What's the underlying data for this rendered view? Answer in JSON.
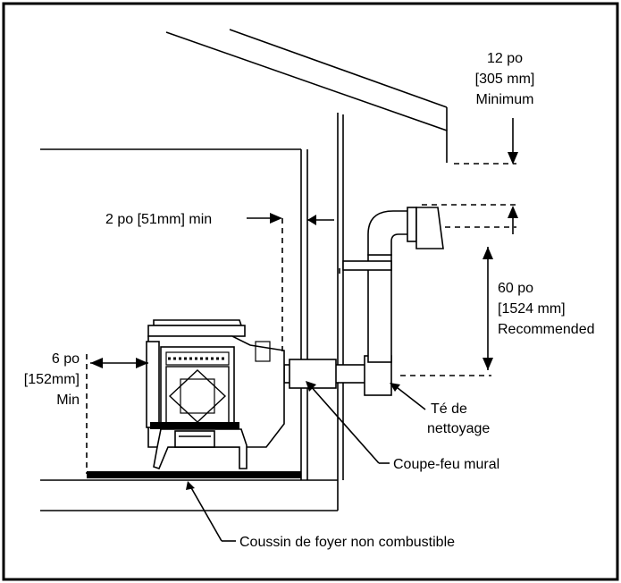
{
  "labels": {
    "roof_clearance_line1": "12 po",
    "roof_clearance_line2": "[305 mm]",
    "roof_clearance_line3": "Minimum",
    "wall_clearance": "2 po [51mm] min",
    "rise_line1": "60 po",
    "rise_line2": "[1524 mm]",
    "rise_line3": "Recommended",
    "side_clearance_line1": "6 po",
    "side_clearance_line2": "[152mm]",
    "side_clearance_line3": "Min",
    "tee_line1": "Té de",
    "tee_line2": "nettoyage",
    "firestop": "Coupe-feu mural",
    "hearth_pad": "Coussin de foyer non combustible"
  }
}
